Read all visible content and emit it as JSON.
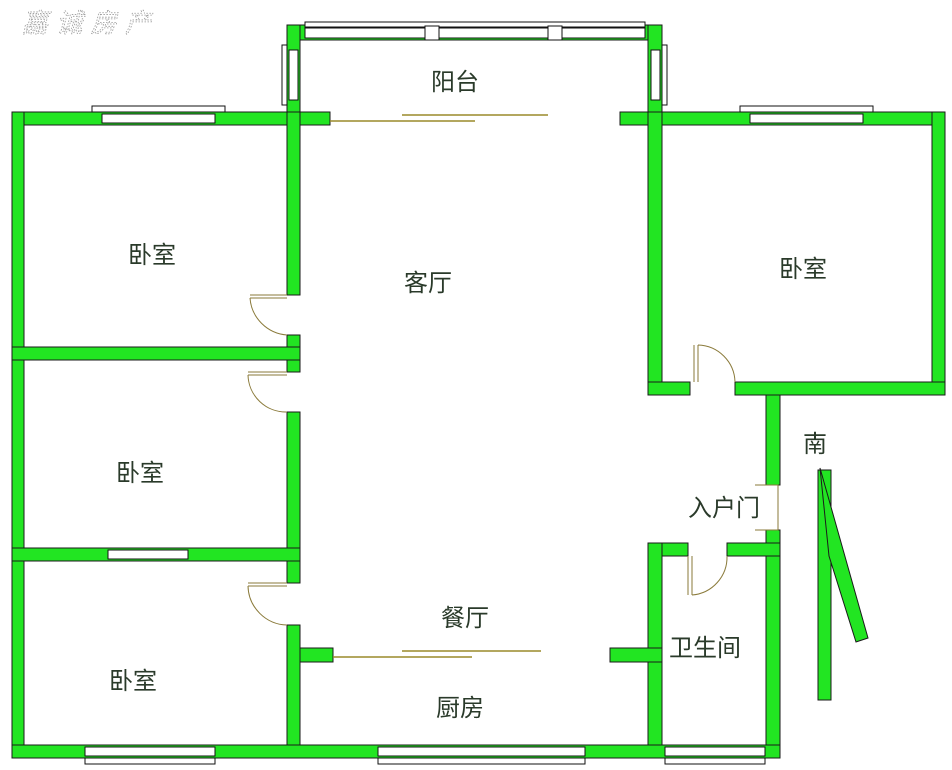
{
  "watermark": "嘉诚房产",
  "colors": {
    "wall": "#22e522",
    "outline": "#1a1a1a",
    "door": "#8a7a3a"
  },
  "rooms": {
    "balcony": "阳台",
    "living_room": "客厅",
    "bedroom_top_left": "卧室",
    "bedroom_right": "卧室",
    "bedroom_middle_left": "卧室",
    "bedroom_bottom_left": "卧室",
    "dining_room": "餐厅",
    "kitchen": "厨房",
    "bathroom": "卫生间",
    "entrance_door": "入户门"
  },
  "compass": {
    "label": "南"
  }
}
